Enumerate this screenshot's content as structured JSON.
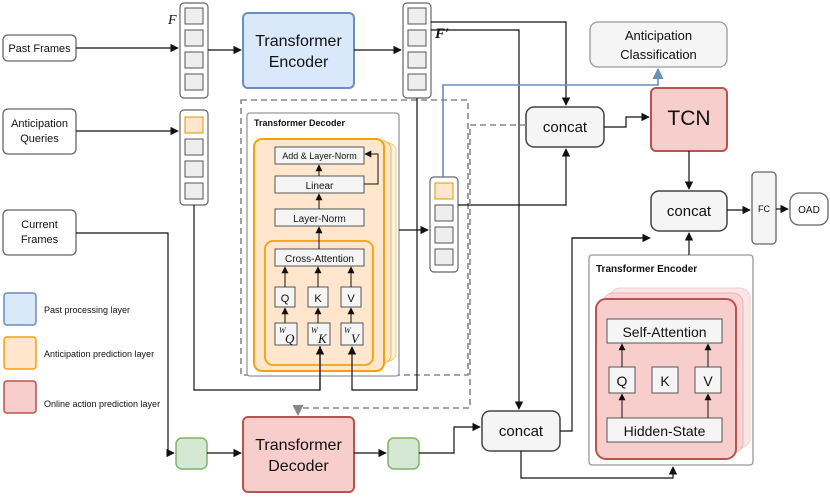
{
  "inputs": {
    "past_frames": "Past Frames",
    "anticipation_queries_line1": "Anticipation",
    "anticipation_queries_line2": "Queries",
    "current_frames_line1": "Current",
    "current_frames_line2": "Frames"
  },
  "symbols": {
    "f": "F",
    "f_prime": "F′"
  },
  "top_encoder": {
    "line1": "Transformer",
    "line2": "Encoder"
  },
  "outputs": {
    "anticipation_line1": "Anticipation",
    "anticipation_line2": "Classification",
    "tcn": "TCN",
    "fc": "FC",
    "oad": "OAD"
  },
  "concat_label": "concat",
  "decoder_detail": {
    "title": "Transformer Decoder",
    "add_layer_norm": "Add & Layer-Norm",
    "linear": "Linear",
    "layer_norm": "Layer-Norm",
    "cross_attention": "Cross-Attention",
    "q": "Q",
    "k": "K",
    "v": "V",
    "w": "W"
  },
  "encoder_detail": {
    "title": "Transformer Encoder",
    "self_attention": "Self-Attention",
    "q": "Q",
    "k": "K",
    "v": "V",
    "hidden_state": "Hidden-State"
  },
  "bottom_decoder": {
    "line1": "Transformer",
    "line2": "Decoder"
  },
  "legend": [
    {
      "label": "Past processing layer",
      "fill": "#dae8fc",
      "stroke": "#6c8ebf"
    },
    {
      "label": "Anticipation prediction layer",
      "fill": "#ffe6cc",
      "stroke": "#f0a30a"
    },
    {
      "label": "Online action prediction layer",
      "fill": "#f8cecc",
      "stroke": "#b85450"
    }
  ],
  "colors": {
    "blue_fill": "#dae8fc",
    "blue_stroke": "#6c8ebf",
    "orange_fill": "#ffe6cc",
    "orange_stroke": "#f0a30a",
    "red_fill": "#f8cecc",
    "red_stroke": "#b85450",
    "green_fill": "#d5e8d4",
    "green_stroke": "#82b366",
    "gray_fill": "#f5f5f5",
    "dark_stroke": "#333333",
    "arrow_blue": "#6c8ebf",
    "dashed_gray": "#888888"
  }
}
